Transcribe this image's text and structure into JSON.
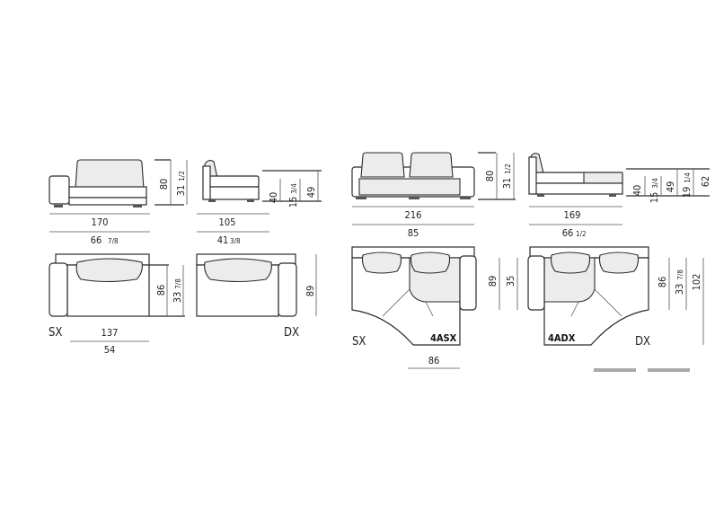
{
  "left_sheet": {
    "front_left": {
      "width": "170",
      "width_in": "66",
      "width_in_frac": "7/8",
      "height": "80",
      "height_in": "31",
      "height_in_frac": "1/2"
    },
    "side": {
      "width": "105",
      "width_in": "41",
      "width_in_frac": "3/8",
      "seat_h": "40",
      "seat_h_in": "15",
      "seat_h_in_frac": "3/4",
      "arm_h": "49"
    },
    "plan_sx": {
      "label": "SX",
      "depth": "86",
      "depth_in": "33",
      "depth_in_frac": "7/8",
      "width": "137",
      "width_in": "54"
    },
    "plan_dx": {
      "label": "DX",
      "depth": "89"
    }
  },
  "right_sheet": {
    "front": {
      "width": "216",
      "width_in": "85",
      "height": "80",
      "height_in": "31",
      "height_in_frac": "1/2"
    },
    "side": {
      "width": "169",
      "width_in": "66",
      "width_in_frac": "1/2",
      "seat_h": "40",
      "seat_h_in": "15",
      "seat_h_in_frac": "3/4",
      "back_h": "49",
      "back_h_in": "19",
      "back_h_in_frac": "1/4",
      "extra": "62"
    },
    "plan_sx": {
      "label": "SX",
      "code": "4ASX",
      "depth": "89",
      "depth_in": "35",
      "width": "86"
    },
    "plan_dx": {
      "label": "DX",
      "code": "4ADX",
      "depth": "86",
      "depth_in": "33",
      "depth_in_frac": "7/8",
      "full": "102"
    }
  },
  "colors": {
    "line": "#2b2b2b",
    "shade": "#ececec",
    "bar": "#aaaaaa"
  }
}
